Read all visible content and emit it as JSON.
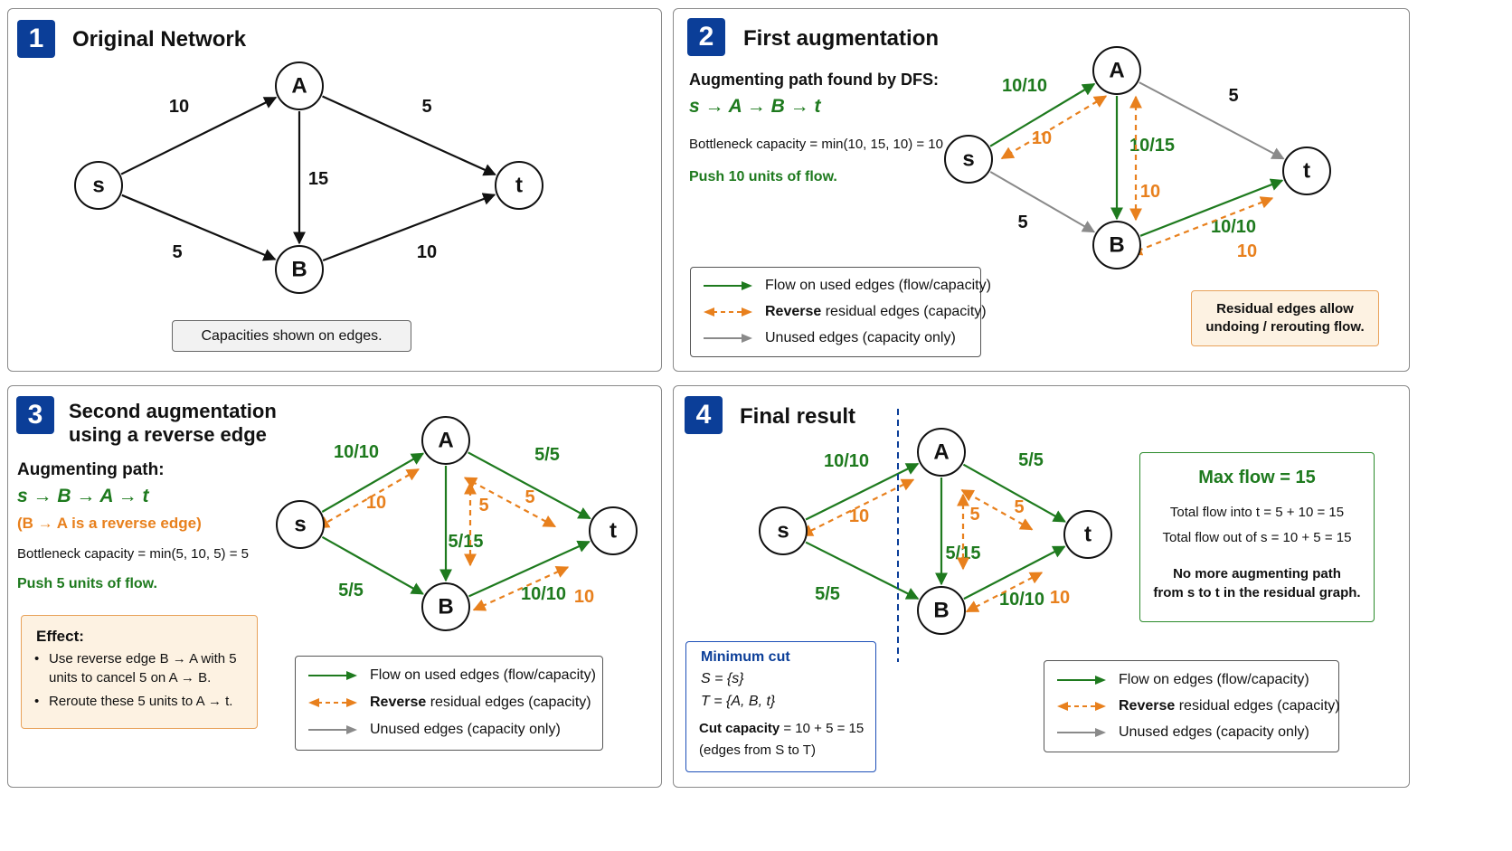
{
  "panels": [
    {
      "number": "1",
      "title": "Original Network",
      "caption": "Capacities shown on edges."
    },
    {
      "number": "2",
      "title": "First augmentation",
      "path_heading": "Augmenting path found by DFS:",
      "path": "s → A → B → t",
      "bottleneck": "Bottleneck capacity = min(10, 15, 10) = 10",
      "push": "Push 10 units of flow.",
      "note_line1": "Residual edges allow",
      "note_line2": "undoing / rerouting flow."
    },
    {
      "number": "3",
      "title_line1": "Second augmentation",
      "title_line2": "using a reverse edge",
      "path_heading": "Augmenting path:",
      "path": "s → B → A → t",
      "reverse_note": "(B → A is a reverse edge)",
      "bottleneck": "Bottleneck capacity = min(5, 10, 5) = 5",
      "push": "Push 5 units of flow.",
      "effect_heading": "Effect:",
      "effect_items": [
        {
          "line1": "Use reverse edge B → A with 5",
          "line2": "units to cancel 5 on A → B."
        },
        {
          "line1": "Reroute these 5 units to A → t.",
          "line2": ""
        }
      ]
    },
    {
      "number": "4",
      "title": "Final result",
      "maxflow_title": "Max flow = 15",
      "flow_into": "Total flow into t = 5 + 10 = 15",
      "flow_out": "Total flow out of s = 10 + 5 = 15",
      "no_more_line1": "No more augmenting path",
      "no_more_line2": "from s to t in the residual graph.",
      "cut_title": "Minimum cut",
      "cut_S": "S = {s}",
      "cut_T": "T = {A, B, t}",
      "cut_capacity_label": "Cut capacity",
      "cut_capacity_value": " = 10 + 5 = 15",
      "cut_edges_note": "(edges from S to T)"
    }
  ],
  "legend_standard": {
    "flow": "Flow on used edges (flow/capacity)",
    "reverse_bold": "Reverse",
    "reverse_rest": " residual edges (capacity)",
    "unused": "Unused edges (capacity only)"
  },
  "legend_final": {
    "flow": "Flow on edges (flow/capacity)",
    "reverse_bold": "Reverse",
    "reverse_rest": " residual edges (capacity)",
    "unused": "Unused edges (capacity only)"
  },
  "graphs": [
    {
      "nodes": [
        "s",
        "A",
        "B",
        "t"
      ],
      "edges": [
        {
          "from": "s",
          "to": "A",
          "label": "10",
          "kind": "capacity"
        },
        {
          "from": "A",
          "to": "t",
          "label": "5",
          "kind": "capacity"
        },
        {
          "from": "A",
          "to": "B",
          "label": "15",
          "kind": "capacity"
        },
        {
          "from": "s",
          "to": "B",
          "label": "5",
          "kind": "capacity"
        },
        {
          "from": "B",
          "to": "t",
          "label": "10",
          "kind": "capacity"
        }
      ]
    },
    {
      "nodes": [
        "s",
        "A",
        "B",
        "t"
      ],
      "edges": [
        {
          "from": "s",
          "to": "A",
          "label": "10/10",
          "kind": "flow"
        },
        {
          "from": "A",
          "to": "s",
          "label": "10",
          "kind": "reverse"
        },
        {
          "from": "A",
          "to": "B",
          "label": "10/15",
          "kind": "flow"
        },
        {
          "from": "B",
          "to": "A",
          "label": "10",
          "kind": "reverse"
        },
        {
          "from": "B",
          "to": "t",
          "label": "10/10",
          "kind": "flow"
        },
        {
          "from": "t",
          "to": "B",
          "label": "10",
          "kind": "reverse"
        },
        {
          "from": "A",
          "to": "t",
          "label": "5",
          "kind": "unused"
        },
        {
          "from": "s",
          "to": "B",
          "label": "5",
          "kind": "unused"
        }
      ]
    },
    {
      "nodes": [
        "s",
        "A",
        "B",
        "t"
      ],
      "edges": [
        {
          "from": "s",
          "to": "A",
          "label": "10/10",
          "kind": "flow"
        },
        {
          "from": "A",
          "to": "s",
          "label": "10",
          "kind": "reverse"
        },
        {
          "from": "A",
          "to": "t",
          "label": "5/5",
          "kind": "flow"
        },
        {
          "from": "t",
          "to": "A",
          "label": "5",
          "kind": "reverse"
        },
        {
          "from": "A",
          "to": "B",
          "label": "5/15",
          "kind": "flow"
        },
        {
          "from": "B",
          "to": "A",
          "label": "5",
          "kind": "reverse"
        },
        {
          "from": "s",
          "to": "B",
          "label": "5/5",
          "kind": "flow"
        },
        {
          "from": "B",
          "to": "t",
          "label": "10/10",
          "kind": "flow"
        },
        {
          "from": "t",
          "to": "B",
          "label": "10",
          "kind": "reverse"
        }
      ]
    },
    {
      "nodes": [
        "s",
        "A",
        "B",
        "t"
      ],
      "edges": [
        {
          "from": "s",
          "to": "A",
          "label": "10/10",
          "kind": "flow"
        },
        {
          "from": "A",
          "to": "s",
          "label": "10",
          "kind": "reverse"
        },
        {
          "from": "A",
          "to": "t",
          "label": "5/5",
          "kind": "flow"
        },
        {
          "from": "t",
          "to": "A",
          "label": "5",
          "kind": "reverse"
        },
        {
          "from": "A",
          "to": "B",
          "label": "5/15",
          "kind": "flow"
        },
        {
          "from": "B",
          "to": "A",
          "label": "5",
          "kind": "reverse"
        },
        {
          "from": "s",
          "to": "B",
          "label": "5/5",
          "kind": "flow"
        },
        {
          "from": "B",
          "to": "t",
          "label": "10/10",
          "kind": "flow"
        },
        {
          "from": "t",
          "to": "B",
          "label": "10",
          "kind": "reverse"
        }
      ]
    }
  ],
  "colors": {
    "flow": "#1e7a1e",
    "reverse": "#e8801d",
    "unused": "#8a8a8a",
    "capacity": "#111111",
    "accent": "#0b3e98"
  }
}
